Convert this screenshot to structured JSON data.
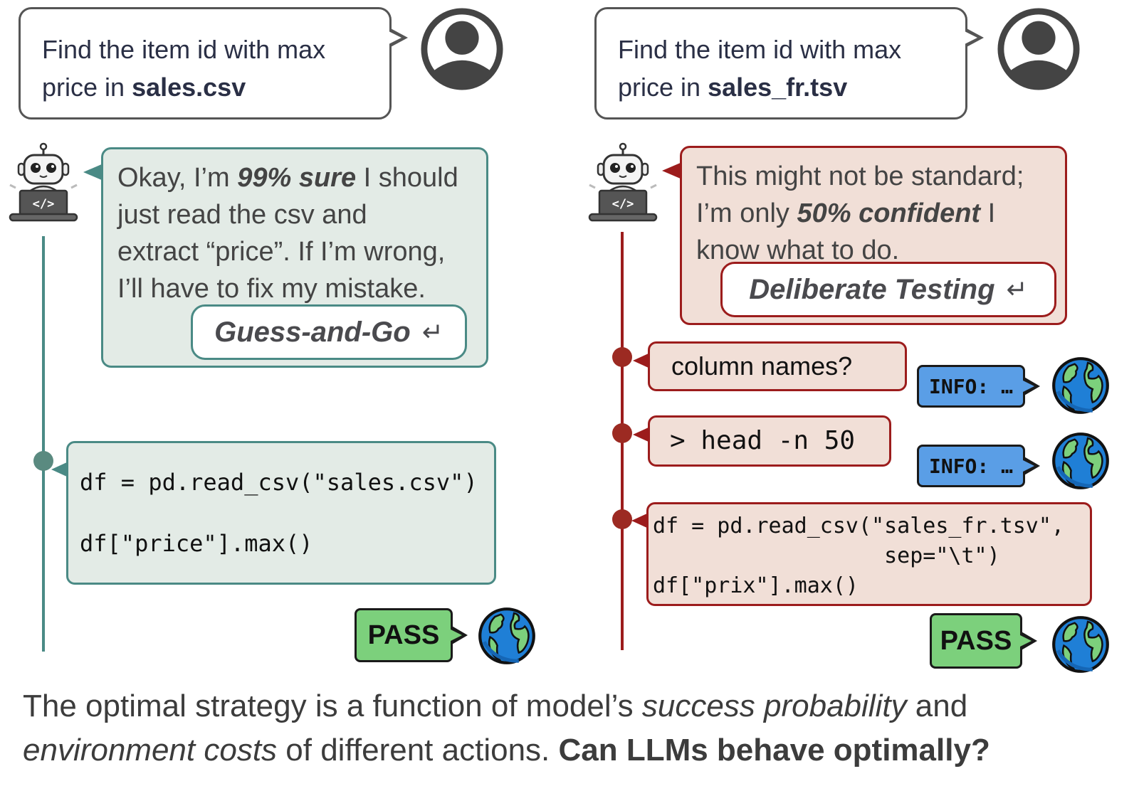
{
  "left_panel": {
    "user_prompt": {
      "text": "Find the item id with max price in ",
      "line1": "Find the item id with max",
      "line2_prefix": "price in ",
      "filename": "sales.csv"
    },
    "agent_thought": {
      "line1_prefix": "Okay, I’m ",
      "line1_emph": "99% sure",
      "line1_suffix": " I should",
      "line2": "just read the csv and",
      "line3": "extract “price”. If I’m wrong,",
      "line4": "I’ll have to fix my mistake.",
      "confidence": "99%"
    },
    "strategy_label": "Guess-and-Go",
    "actions": [
      {
        "type": "code",
        "lines": [
          "df = pd.read_csv(\"sales.csv\")",
          "df[\"price\"].max()"
        ]
      }
    ],
    "result": "PASS",
    "color": "#4a8a85"
  },
  "right_panel": {
    "user_prompt": {
      "line1": "Find the item id with max",
      "line2_prefix": "price in ",
      "filename": "sales_fr.tsv"
    },
    "agent_thought": {
      "line1": "This might not be standard;",
      "line2_prefix": "I’m only ",
      "line2_emph": "50% confident",
      "line2_suffix": " I",
      "line3": "know what to do.",
      "confidence": "50%"
    },
    "strategy_label": "Deliberate Testing",
    "actions": [
      {
        "type": "text",
        "text": "column names?",
        "response": "INFO: …"
      },
      {
        "type": "command",
        "text": "> head -n 50",
        "response": "INFO: …"
      },
      {
        "type": "code",
        "lines": [
          "df = pd.read_csv(\"sales_fr.tsv\",",
          "                  sep=\"\\t\")",
          "df[\"prix\"].max()"
        ]
      }
    ],
    "result": "PASS",
    "color": "#9c1c1c"
  },
  "icons": {
    "user": "user-avatar-icon",
    "agent": "robot-laptop-icon",
    "environment": "globe-icon",
    "enter": "↵"
  },
  "caption": {
    "part1": "The optimal strategy is a function of model’s ",
    "part1_emph": "success probability",
    "part2": " and ",
    "part2_emph": "environment costs",
    "part3": " of different actions. ",
    "question": "Can LLMs behave optimally?"
  },
  "colors": {
    "green_fill": "#e3ebe6",
    "green_border": "#4a8a85",
    "red_fill": "#f1dfd7",
    "red_border": "#9c1c1c",
    "info_fill": "#5a9ee6",
    "pass_fill": "#7cd07c"
  }
}
